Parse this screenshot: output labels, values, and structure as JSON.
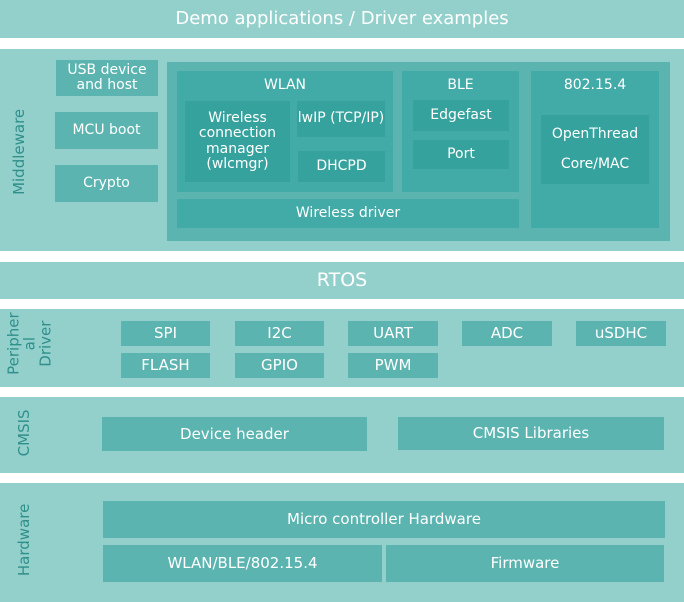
{
  "top": "Demo applications / Driver examples",
  "middleware": {
    "label": "Middleware",
    "usb": "USB device and host",
    "mcuboot": "MCU boot",
    "crypto": "Crypto",
    "wlan": {
      "title": "WLAN",
      "wlcmgr": "Wireless connection manager (wlcmgr)",
      "lwip": "lwIP (TCP/IP)",
      "dhcpd": "DHCPD"
    },
    "wireless_driver": "Wireless driver",
    "ble": {
      "title": "BLE",
      "edgefast": "Edgefast",
      "port": "Port"
    },
    "ieee": {
      "title": "802.15.4",
      "openthread": "OpenThread",
      "coremac": "Core/MAC"
    }
  },
  "rtos": "RTOS",
  "peripheral": {
    "label_l1": "Peripher",
    "label_l2": "al",
    "label_l3": "Driver",
    "items": [
      "SPI",
      "I2C",
      "UART",
      "ADC",
      "uSDHC",
      "FLASH",
      "GPIO",
      "PWM"
    ]
  },
  "cmsis": {
    "label": "CMSIS",
    "device_header": "Device header",
    "libraries": "CMSIS Libraries"
  },
  "hardware": {
    "label": "Hardware",
    "mcu": "Micro controller Hardware",
    "radio": "WLAN/BLE/802.15.4",
    "firmware": "Firmware"
  }
}
